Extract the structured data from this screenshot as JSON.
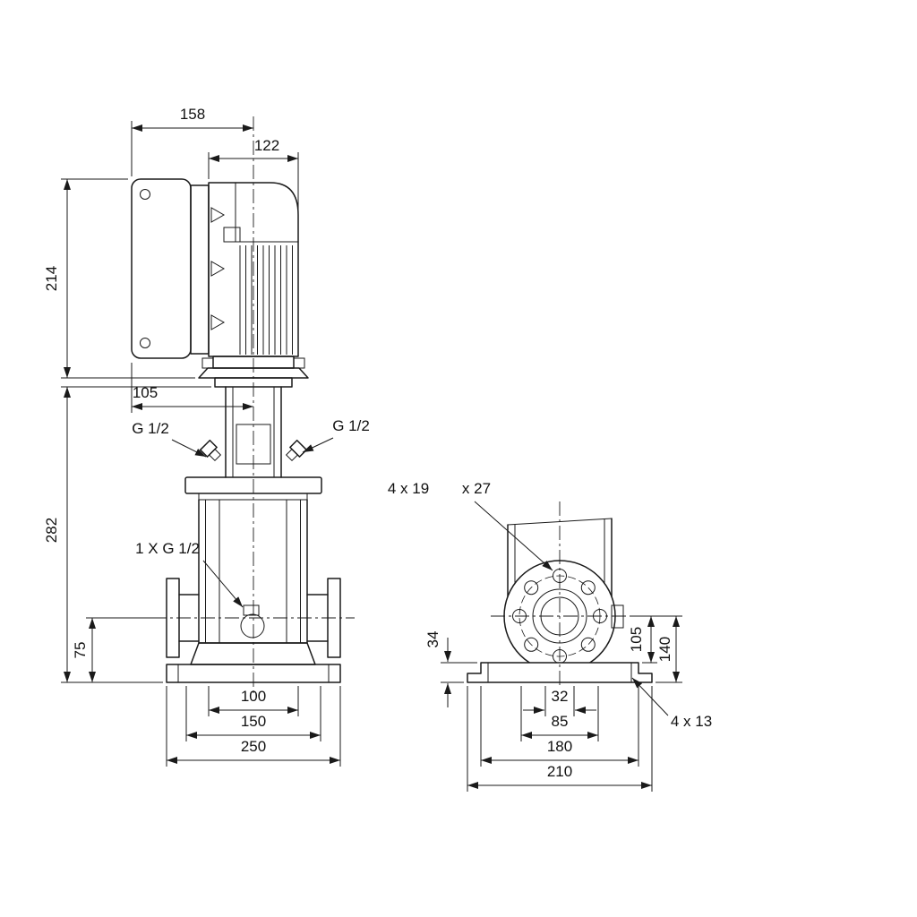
{
  "front_view": {
    "depth_total": "158",
    "motor_diameter": "122",
    "motor_height": "214",
    "head_offset": "105",
    "pump_height": "282",
    "port_left": "G 1/2",
    "port_right": "G 1/2",
    "drain_port": "1 X G 1/2",
    "port_height": "75",
    "base_dim_inner": "100",
    "base_dim_mid": "150",
    "base_dim_outer": "250"
  },
  "side_view": {
    "flange_note_a": "4 x 19",
    "flange_note_b": "x 27",
    "base_height": "34",
    "port_to_base_top": "105",
    "port_to_floor": "140",
    "base_dim_1": "32",
    "base_dim_2": "85",
    "base_dim_3": "180",
    "base_dim_4": "210",
    "base_hole_note": "4 x 13"
  }
}
